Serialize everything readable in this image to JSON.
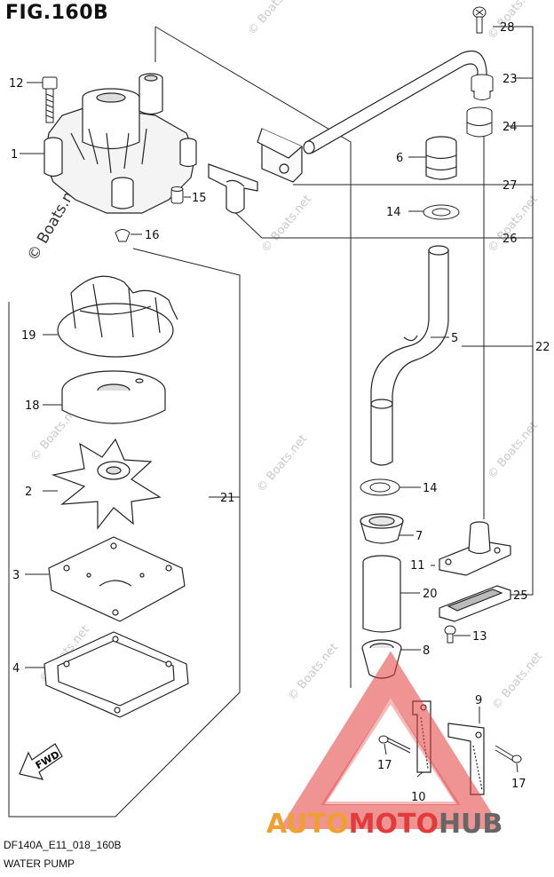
{
  "figure": {
    "title": "FIG.160B",
    "code": "DF140A_E11_018_160B",
    "name": "WATER PUMP"
  },
  "watermarks": {
    "side": "© Boats.net",
    "repeat": "© Boats.net"
  },
  "brand": {
    "part1": "AUTO",
    "part2": "MOTO",
    "part3": "HUB",
    "color_orange": "#f0a030",
    "color_red": "#e23b3b",
    "color_grey": "#666666"
  },
  "fwd_label": "FWD",
  "callouts": {
    "c1": "1",
    "c2": "2",
    "c3": "3",
    "c4": "4",
    "c5": "5",
    "c6": "6",
    "c7": "7",
    "c8": "8",
    "c9": "9",
    "c10": "10",
    "c11": "11",
    "c12": "12",
    "c13": "13",
    "c14a": "14",
    "c14b": "14",
    "c15": "15",
    "c16": "16",
    "c17a": "17",
    "c17b": "17",
    "c18": "18",
    "c19": "19",
    "c20": "20",
    "c21": "21",
    "c22": "22",
    "c23": "23",
    "c24": "24",
    "c25": "25",
    "c26": "26",
    "c27": "27",
    "c28": "28"
  }
}
